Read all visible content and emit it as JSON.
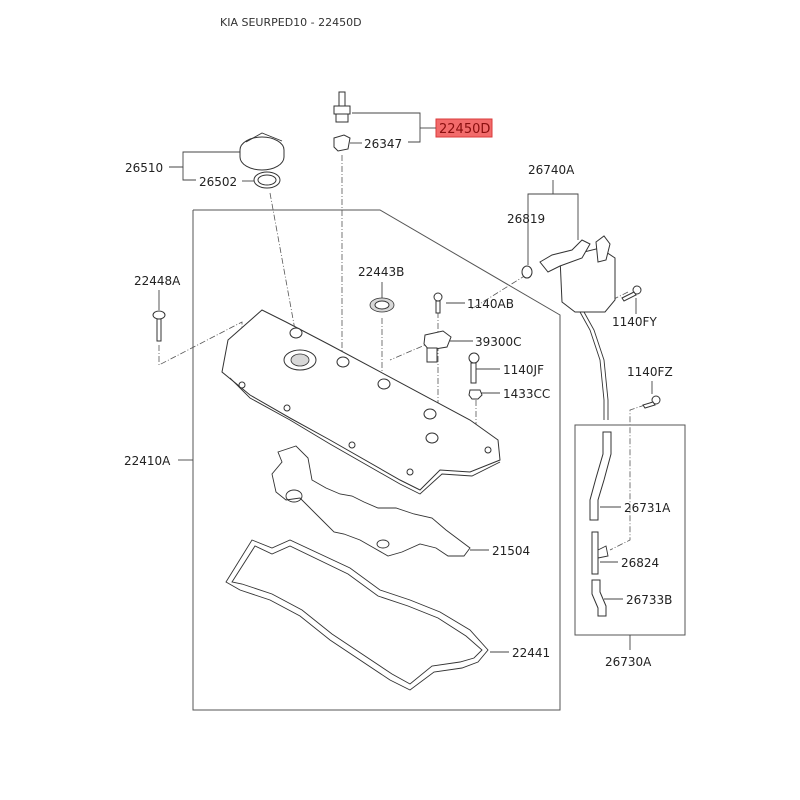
{
  "header": {
    "title": "KIA SEURPED10 - 22450D"
  },
  "highlight": {
    "color": "#f26b6b",
    "border": "#d93b3b",
    "text_color": "#8a0f0f"
  },
  "parts": {
    "p22450D": "22450D",
    "p26347": "26347",
    "p26510": "26510",
    "p26502": "26502",
    "p26740A": "26740A",
    "p26819": "26819",
    "p22448A": "22448A",
    "p22443B": "22443B",
    "p1140AB": "1140AB",
    "p39300C": "39300C",
    "p1140JF": "1140JF",
    "p1433CC": "1433CC",
    "p1140FY": "1140FY",
    "p1140FZ": "1140FZ",
    "p22410A": "22410A",
    "p26731A": "26731A",
    "p26824": "26824",
    "p26733B": "26733B",
    "p21504": "21504",
    "p22441": "22441",
    "p26730A": "26730A"
  }
}
